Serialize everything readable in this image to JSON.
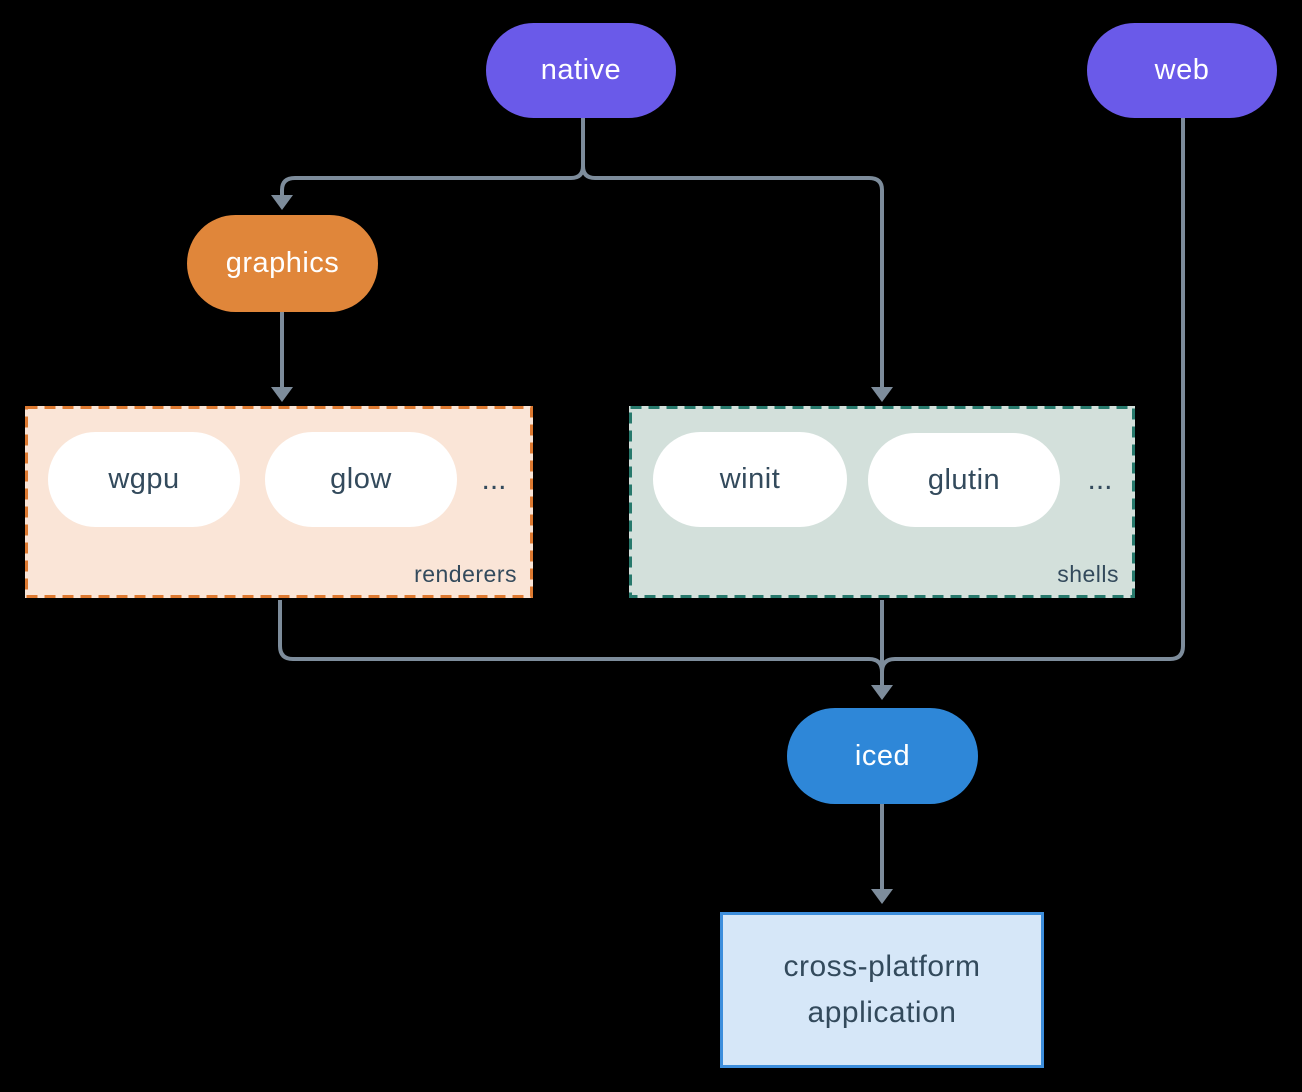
{
  "nodes": {
    "native": "native",
    "web": "web",
    "graphics": "graphics",
    "wgpu": "wgpu",
    "glow": "glow",
    "winit": "winit",
    "glutin": "glutin",
    "iced": "iced",
    "application": "cross-platform application"
  },
  "groups": {
    "renderers_label": "renderers",
    "renderers_ellipsis": "...",
    "shells_label": "shells",
    "shells_ellipsis": "..."
  },
  "colors": {
    "background": "#000000",
    "purple": "#6a5ae9",
    "orange": "#e0863a",
    "blue": "#2e87d8",
    "renderers_fill": "#fae5d7",
    "renderers_border": "#de7a31",
    "shells_fill": "#d3e0db",
    "shells_border": "#27796c",
    "app_fill": "#d6e7f8",
    "app_border": "#3d8edc",
    "node_text": "#ffffff",
    "dark_text": "#334a5c",
    "connector": "#7d8c9b"
  }
}
